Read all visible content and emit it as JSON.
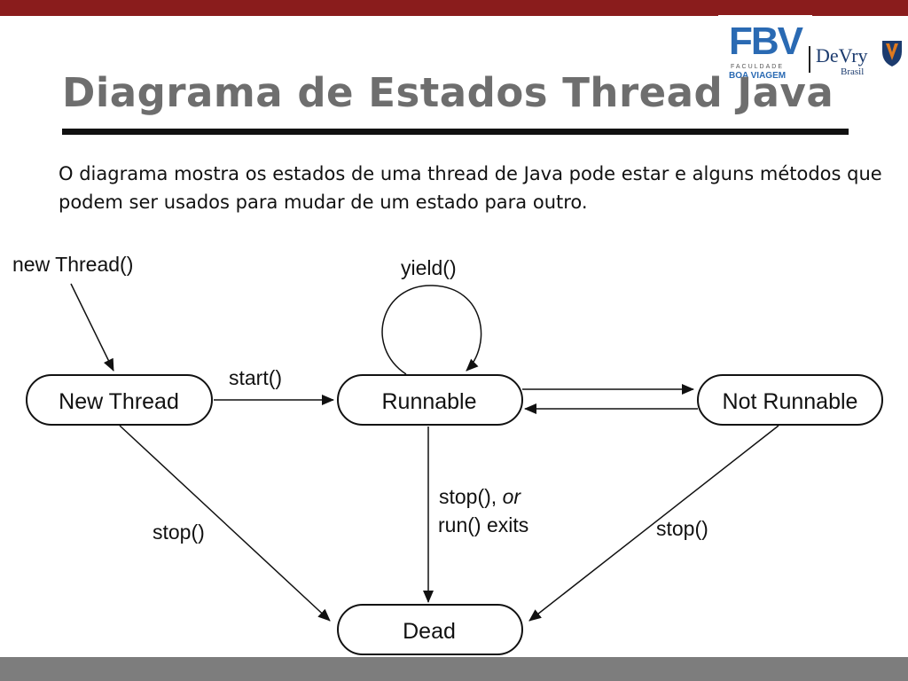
{
  "slide": {
    "title": "Diagrama de Estados Thread Java",
    "description": "O diagrama mostra os estados de uma thread de Java pode estar e alguns métodos que podem ser usados para mudar de um estado para outro."
  },
  "logos": {
    "fbv": {
      "name": "FBV",
      "line1": "FACULDADE",
      "line2": "BOA VIAGEM"
    },
    "devry": {
      "name": "DeVry",
      "sub": "Brasil"
    }
  },
  "diagram": {
    "states": {
      "new_thread": "New Thread",
      "runnable": "Runnable",
      "not_runnable": "Not Runnable",
      "dead": "Dead"
    },
    "transitions": {
      "new_thread_call": "new Thread()",
      "start": "start()",
      "yield": "yield()",
      "stop_or": "stop(),",
      "or": "or",
      "run_exits": "run() exits",
      "stop_left": "stop()",
      "stop_right": "stop()"
    }
  },
  "colors": {
    "top_bar": "#8a1c1c",
    "bottom_bar": "#7d7d7d",
    "title": "#6e6e6e",
    "fbv_blue": "#2a6ab3",
    "devry_navy": "#1c3b6e"
  }
}
